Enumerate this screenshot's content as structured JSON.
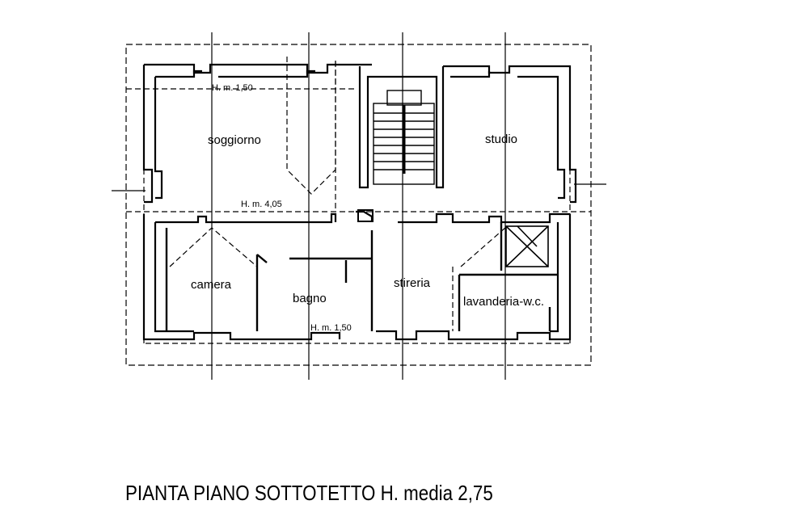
{
  "rooms": {
    "soggiorno": "soggiorno",
    "studio": "studio",
    "camera": "camera",
    "bagno": "bagno",
    "stireria": "stireria",
    "lavanderia": "lavanderia-w.c."
  },
  "heights": {
    "soggiorno": "H. m. 1,50",
    "corridor": "H. m. 4,05",
    "bagno": "H. m. 1,50"
  },
  "caption": "PIANTA PIANO SOTTOTETTO H. media  2,75",
  "colors": {
    "ink": "#000000",
    "paper": "#ffffff"
  }
}
